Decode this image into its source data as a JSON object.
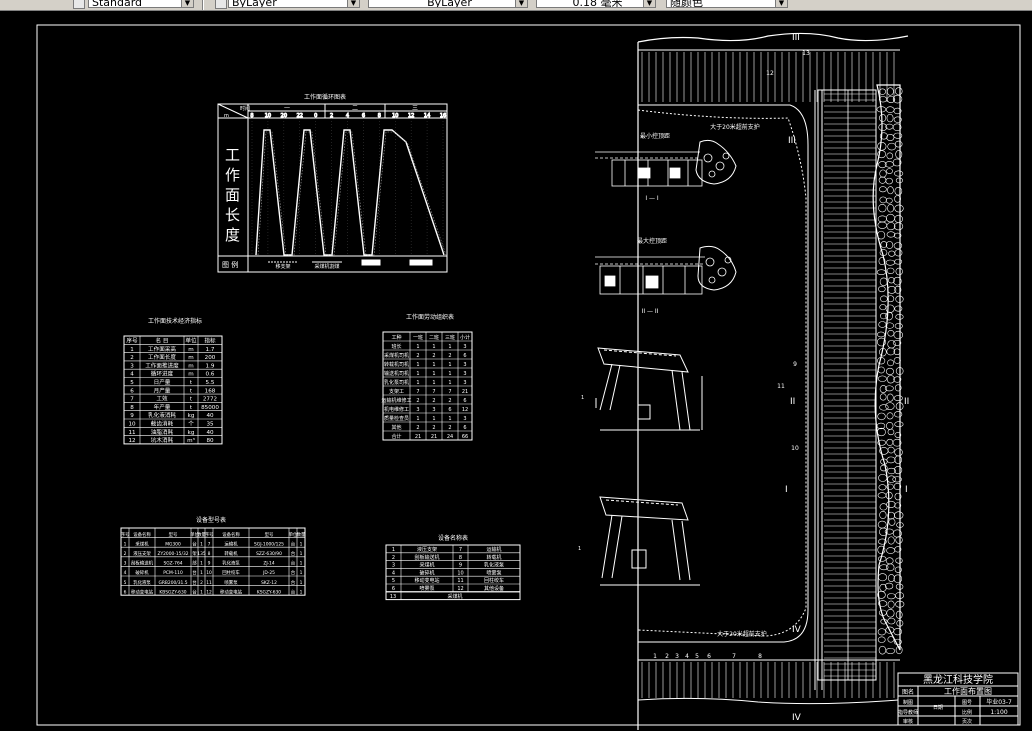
{
  "toolbar": {
    "text_style": "Standard",
    "layer": "ByLayer",
    "linetype": "ByLayer",
    "lineweight": "0.18 毫米",
    "plot_style": "随颜色"
  },
  "drawing": {
    "cycle_table": {
      "title": "工作面循环图表",
      "header_time": "时间",
      "header_length": "m",
      "shift_labels": [
        "一",
        "二",
        "三"
      ],
      "hours": [
        "8",
        "10",
        "20",
        "22",
        "0",
        "2",
        "4",
        "6",
        "8",
        "10",
        "12",
        "14",
        "16"
      ],
      "vertical_label": "工作面长度",
      "legend_label": "图 例",
      "legend_items": [
        "移支架",
        "采煤机割煤"
      ]
    },
    "sections": {
      "min_title": "最小控顶距",
      "min_label": "I — I",
      "max_title": "最大控顶距",
      "max_label": "II — II"
    },
    "tech_table": {
      "title": "工作面技术经济指标",
      "headers": [
        "序号",
        "名  目",
        "单位",
        "指标"
      ],
      "rows": [
        [
          "1",
          "工作面采高",
          "m",
          "1.7"
        ],
        [
          "2",
          "工作面长度",
          "m",
          "200"
        ],
        [
          "3",
          "工作面推进度",
          "m",
          "1.9"
        ],
        [
          "4",
          "循环进度",
          "m",
          "0.6"
        ],
        [
          "5",
          "日产量",
          "t",
          "5.5"
        ],
        [
          "6",
          "月产量",
          "t",
          "168"
        ],
        [
          "7",
          "工效",
          "t",
          "2772"
        ],
        [
          "8",
          "年产量",
          "t",
          "85000"
        ],
        [
          "9",
          "乳化液消耗",
          "kg",
          "40"
        ],
        [
          "10",
          "截齿消耗",
          "个",
          "35"
        ],
        [
          "11",
          "油脂消耗",
          "kg",
          "40"
        ],
        [
          "12",
          "坑木消耗",
          "m³",
          "80"
        ]
      ]
    },
    "staff_table": {
      "title": "工作面劳动组织表",
      "headers": [
        "工种",
        "一班",
        "二班",
        "三班",
        "小计"
      ],
      "rows": [
        [
          "班长",
          "1",
          "1",
          "1",
          "3"
        ],
        [
          "采煤机司机",
          "2",
          "2",
          "2",
          "6"
        ],
        [
          "转载机司机",
          "1",
          "1",
          "1",
          "3"
        ],
        [
          "输送机司机",
          "1",
          "1",
          "1",
          "3"
        ],
        [
          "乳化泵司机",
          "1",
          "1",
          "1",
          "3"
        ],
        [
          "支架工",
          "7",
          "7",
          "7",
          "21"
        ],
        [
          "运输机维修工",
          "2",
          "2",
          "2",
          "6"
        ],
        [
          "机电维修工",
          "3",
          "3",
          "6",
          "12"
        ],
        [
          "质量检查员",
          "1",
          "1",
          "1",
          "3"
        ],
        [
          "其他",
          "2",
          "2",
          "2",
          "6"
        ],
        [
          "合计",
          "21",
          "21",
          "24",
          "66"
        ]
      ]
    },
    "equipment_table": {
      "title": "设备型号表",
      "headers": [
        "序号",
        "设备名称",
        "型号",
        "单位",
        "数量",
        "序号",
        "设备名称",
        "型号",
        "单位",
        "数量"
      ],
      "rows": [
        [
          "1",
          "采煤机",
          "MG300",
          "台",
          "1",
          "7",
          "运输机",
          "SGJ-1000/125",
          "台",
          "1"
        ],
        [
          "2",
          "液压支架",
          "ZY2000-15/32",
          "架",
          "135",
          "8",
          "转载机",
          "SZZ-630/90",
          "台",
          "1"
        ],
        [
          "3",
          "刮板输送机",
          "SGZ-764",
          "部",
          "1",
          "9",
          "乳化液泵",
          "ZJ-14",
          "台",
          "1"
        ],
        [
          "4",
          "破碎机",
          "PCM-110",
          "台",
          "1",
          "10",
          "回柱绞车",
          "JD-25",
          "台",
          "1"
        ],
        [
          "5",
          "乳化液泵",
          "GRB200/31.5",
          "台",
          "2",
          "11",
          "喷雾泵",
          "SKZ-12",
          "台",
          "1"
        ],
        [
          "6",
          "移动变电站",
          "KBSGZY-630",
          "台",
          "1",
          "12",
          "移动变电站",
          "KSGZY-630",
          "台",
          "1"
        ]
      ]
    },
    "name_table": {
      "title": "设备名称表",
      "rows": [
        [
          "1",
          "液压支架",
          "7",
          "运输机"
        ],
        [
          "2",
          "刮板输送机",
          "8",
          "转载机"
        ],
        [
          "3",
          "采煤机",
          "9",
          "乳化液泵"
        ],
        [
          "4",
          "破碎机",
          "10",
          "喷雾泵"
        ],
        [
          "5",
          "移动变电站",
          "11",
          "回柱绞车"
        ],
        [
          "6",
          "喷雾泵",
          "12",
          "其他设备"
        ]
      ],
      "last_row": [
        "13",
        "采煤机"
      ]
    },
    "plan": {
      "top_note": "大于20米超前支护",
      "bottom_note": "大于20米超前支护",
      "section_marks": [
        "III",
        "III",
        "II",
        "II",
        "I",
        "I",
        "IV",
        "IV"
      ],
      "callouts": [
        "1",
        "2",
        "3",
        "4",
        "5",
        "6",
        "7",
        "8",
        "9",
        "10",
        "11",
        "12",
        "13"
      ]
    },
    "title_block": {
      "institute": "黑龙江科技学院",
      "row1_label": "图名",
      "drawing_title": "工作面布置图",
      "row1_right_label": "图号",
      "drawing_no": "毕业03-7",
      "row2_label": "制图",
      "row2_right_label": "比例",
      "scale": "1:100",
      "row3_label": "指导教师",
      "row3_right_label": "日期",
      "row4_label": "审核",
      "row4_right_label": "页次"
    }
  }
}
